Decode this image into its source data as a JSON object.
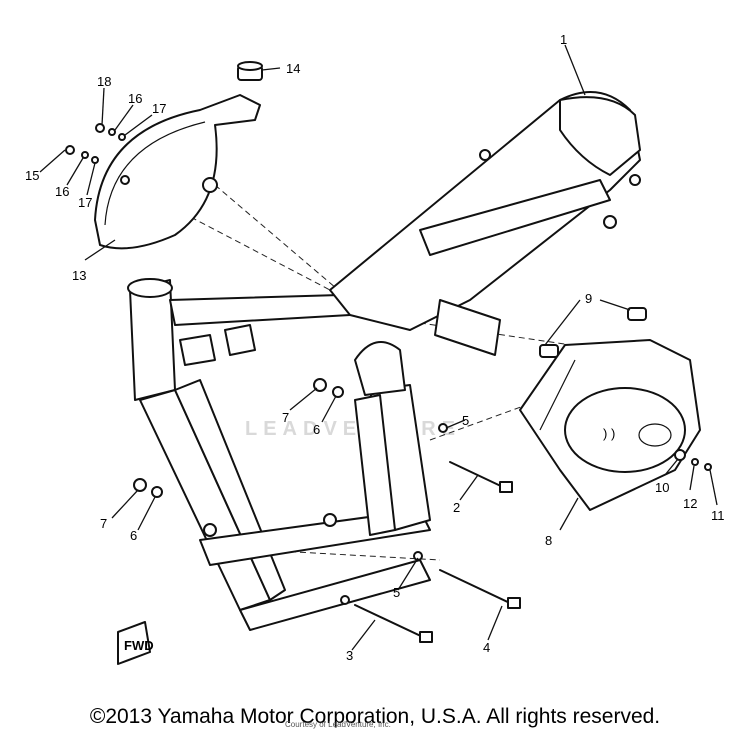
{
  "watermark": "LEADVENTURE",
  "courtesy": "Courtesy of LeadVenture, Inc.",
  "copyright": "©2013 Yamaha Motor Corporation, U.S.A. All rights reserved.",
  "fwd_mark": "FWD",
  "callouts": [
    "1",
    "2",
    "3",
    "4",
    "5",
    "5",
    "6",
    "6",
    "7",
    "7",
    "8",
    "9",
    "10",
    "11",
    "12",
    "13",
    "14",
    "15",
    "16",
    "16",
    "17",
    "17",
    "18"
  ]
}
